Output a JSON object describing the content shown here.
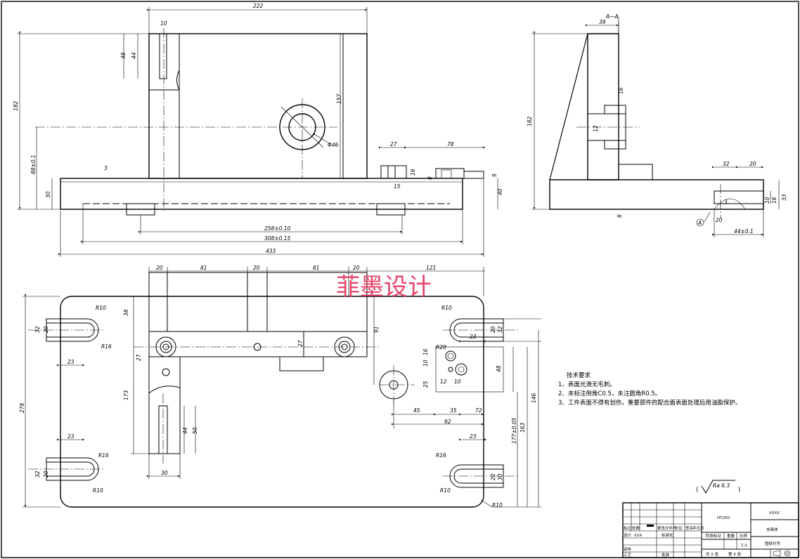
{
  "watermark": "菲墨设计",
  "front_view": {
    "dims": [
      "222",
      "10",
      "48",
      "44",
      "182",
      "157",
      "Φ46",
      "88±0.1",
      "30",
      "3",
      "27",
      "78",
      "16",
      "8",
      "15",
      "9",
      "40",
      "258±0.10",
      "308±0.15",
      "433"
    ]
  },
  "section_view": {
    "label": "A—A",
    "dims": [
      "39",
      "182",
      "16",
      "12",
      "8",
      "32",
      "20",
      "10",
      "16",
      "33",
      "3",
      "20",
      "44±0.1"
    ],
    "marker": "A"
  },
  "top_view": {
    "dims": [
      "20",
      "81",
      "20",
      "81",
      "20",
      "121",
      "R10",
      "R16",
      "32",
      "20",
      "23",
      "38",
      "27",
      "27",
      "91",
      "R20",
      "10",
      "16",
      "25",
      "12",
      "10",
      "R10",
      "32",
      "20",
      "23",
      "48",
      "45",
      "35",
      "72",
      "92",
      "173",
      "44",
      "50",
      "30",
      "278",
      "23",
      "R16",
      "R10",
      "32",
      "20",
      "R16",
      "R10",
      "23",
      "30",
      "20",
      "R10",
      "146",
      "163",
      "177±0.05"
    ]
  },
  "tech_requirements": {
    "title": "技术要求",
    "items": [
      "1、表面光滑无毛刺。",
      "2、未标注倒角C0.5，未注圆角R0.5。",
      "3、工件表面不得有划伤，重要部件的配合面表面处理后用油脂保护。"
    ]
  },
  "roughness": {
    "label": "Ra 6.3"
  },
  "title_block": {
    "material": "HT200",
    "company": "XXXX",
    "part_name": "夹具体",
    "ratio": "1:1",
    "drawing_no": "图纸代号",
    "stage_mark": "阶段标记",
    "weight": "重量",
    "scale": "比例",
    "sheet_total": "共 X 张",
    "sheet_no": "第 X 张",
    "mark": "标记",
    "count": "处数",
    "zone": "分区",
    "change_doc": "更改文件号",
    "signature": "签名",
    "date": "年月日",
    "design": "设计",
    "designer": "XXX",
    "standardize": "标准化",
    "review": "审核",
    "process": "工艺",
    "approve": "批准"
  }
}
